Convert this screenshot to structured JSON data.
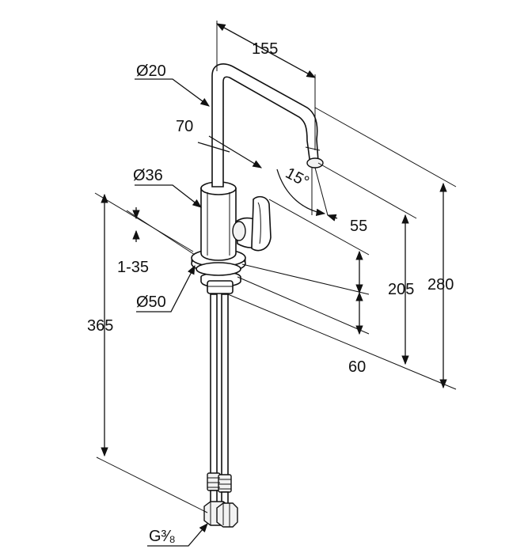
{
  "dimensions": {
    "spout_reach": "155",
    "spout_diameter": "Ø20",
    "lever_offset": "70",
    "body_diameter": "Ø36",
    "swivel_angle": "15°",
    "lever_height": "55",
    "deck_thickness": "1-35",
    "flange_diameter": "Ø50",
    "outlet_height": "205",
    "total_height": "280",
    "hose_length": "365",
    "base_height": "60",
    "connection_thread": "G³⁄₈"
  }
}
